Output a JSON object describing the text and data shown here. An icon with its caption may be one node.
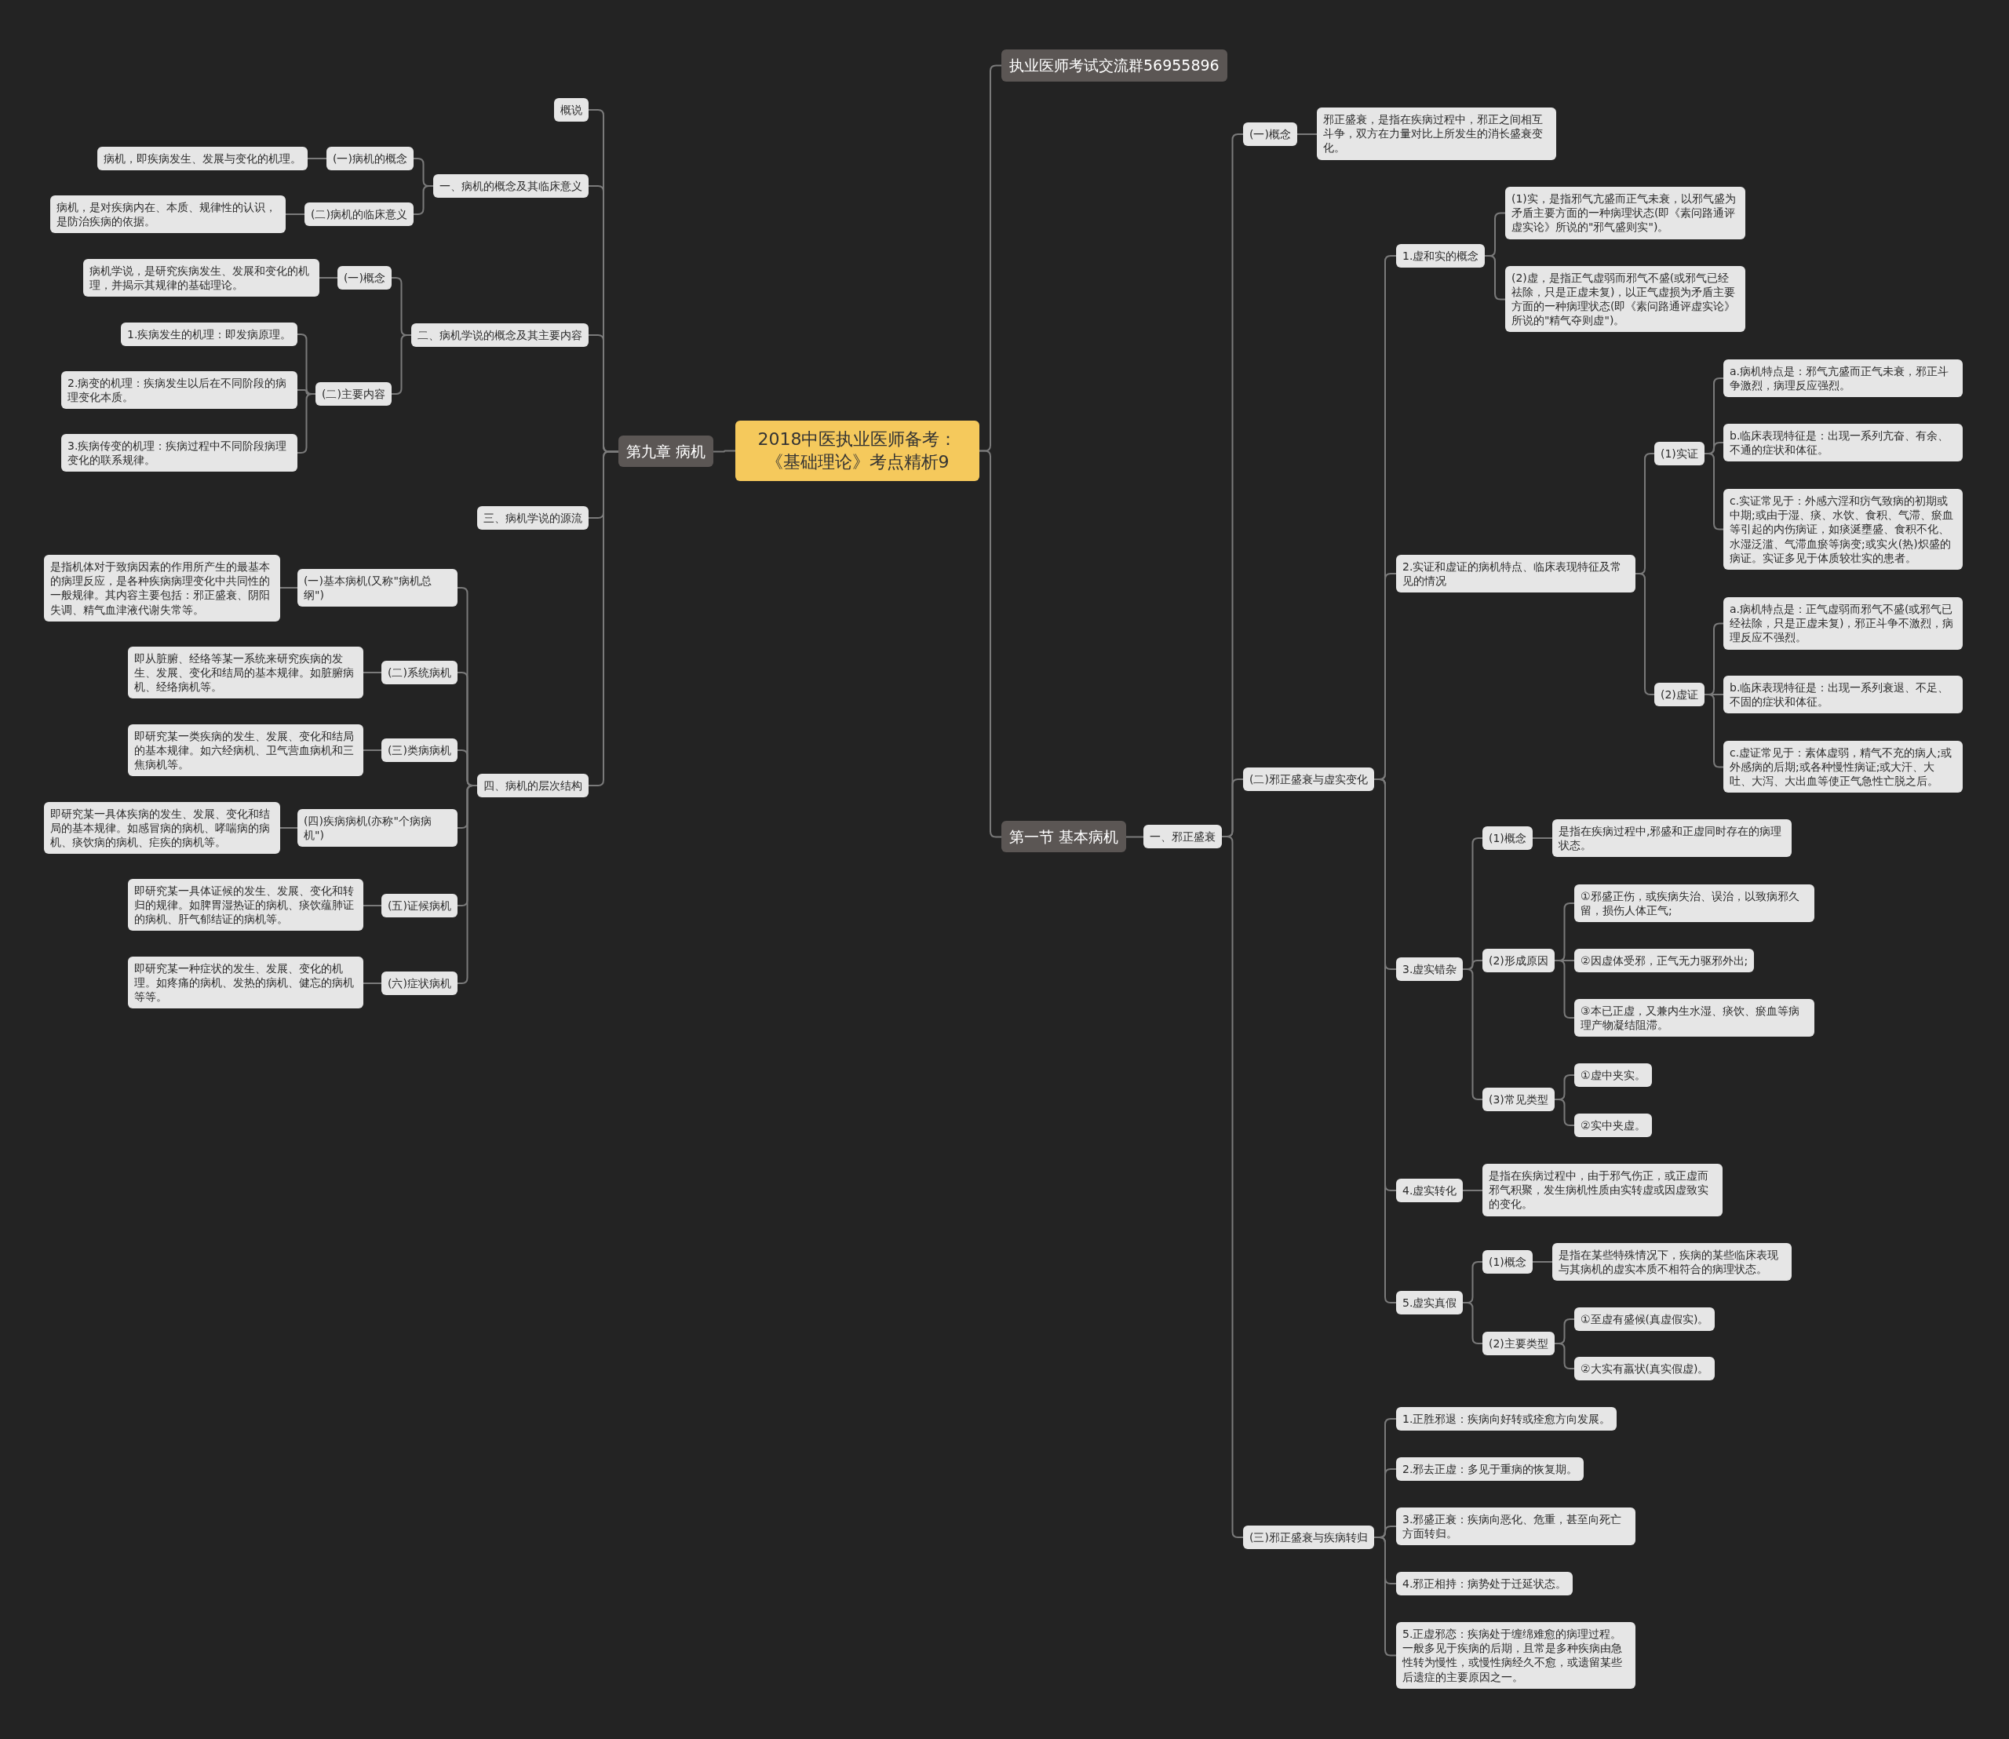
{
  "diagram": {
    "nodes": [
      {
        "text": [
          "2018中医执业医师备考：《基础理论》考点精析9"
        ]
      },
      {
        "text": [
          "第九章 病机"
        ]
      },
      {
        "text": [
          "概说"
        ]
      },
      {
        "text": [
          "一、病机的概念及其临床意义"
        ]
      },
      {
        "text": [
          "(一)病机的概念"
        ]
      },
      {
        "text": [
          "病机，即疾病发生、发展与变化的机理。"
        ]
      },
      {
        "text": [
          "(二)病机的临床意义"
        ]
      },
      {
        "text": [
          "病机，是对疾病内在、本质、规律性的认识，是防治疾病的依据。"
        ]
      },
      {
        "text": [
          "二、病机学说的概念及其主要内容"
        ]
      },
      {
        "text": [
          "(一)概念"
        ]
      },
      {
        "text": [
          "病机学说，是研究疾病发生、发展和变化的机理，并揭示其规律的基础理论。"
        ]
      },
      {
        "text": [
          "(二)主要内容"
        ]
      },
      {
        "text": [
          "1.疾病发生的机理：即发病原理。"
        ]
      },
      {
        "text": [
          "2.病变的机理：疾病发生以后在不同阶段的病理变化本质。"
        ]
      },
      {
        "text": [
          "3.疾病传变的机理：疾病过程中不同阶段病理变化的联系规律。"
        ]
      },
      {
        "text": [
          "三、病机学说的源流"
        ]
      },
      {
        "text": [
          "四、病机的层次结构"
        ]
      },
      {
        "text": [
          "(一)基本病机(又称\"病机总纲\")"
        ]
      },
      {
        "text": [
          "是指机体对于致病因素的作用所产生的最基本的病理反应，是各种疾病病理变化中共同性的一般规律。其内容主要包括：邪正盛衰、阴阳失调、精气血津液代谢失常等。"
        ]
      },
      {
        "text": [
          "(二)系统病机"
        ]
      },
      {
        "text": [
          "即从脏腑、经络等某一系统来研究疾病的发生、发展、变化和结局的基本规律。如脏腑病机、经络病机等。"
        ]
      },
      {
        "text": [
          "(三)类病病机"
        ]
      },
      {
        "text": [
          "即研究某一类疾病的发生、发展、变化和结局的基本规律。如六经病机、卫气营血病机和三焦病机等。"
        ]
      },
      {
        "text": [
          "(四)疾病病机(亦称\"个病病机\")"
        ]
      },
      {
        "text": [
          "即研究某一具体疾病的发生、发展、变化和结局的基本规律。如感冒病的病机、哮喘病的病机、痰饮病的病机、疟疾的病机等。"
        ]
      },
      {
        "text": [
          "(五)证候病机"
        ]
      },
      {
        "text": [
          "即研究某一具体证候的发生、发展、变化和转归的规律。如脾胃湿热证的病机、痰饮蕴肺证的病机、肝气郁结证的病机等。"
        ]
      },
      {
        "text": [
          "(六)症状病机"
        ]
      },
      {
        "text": [
          "即研究某一种症状的发生、发展、变化的机理。如疼痛的病机、发热的病机、健忘的病机等等。"
        ]
      },
      {
        "text": [
          "执业医师考试交流群56955896"
        ]
      },
      {
        "text": [
          "第一节 基本病机"
        ]
      },
      {
        "text": [
          "一、邪正盛衰"
        ]
      },
      {
        "text": [
          "(一)概念"
        ]
      },
      {
        "text": [
          "邪正盛衰，是指在疾病过程中，邪正之间相互斗争，双方在力量对比上所发生的消长盛衰变化。"
        ]
      },
      {
        "text": [
          "(二)邪正盛衰与虚实变化"
        ]
      },
      {
        "text": [
          "1.虚和实的概念"
        ]
      },
      {
        "text": [
          "(1)实，是指邪气亢盛而正气未衰，以邪气盛为矛盾主要方面的一种病理状态(即《素问路通评虚实论》所说的\"邪气盛则实\")。"
        ]
      },
      {
        "text": [
          "(2)虚，是指正气虚弱而邪气不盛(或邪气已经祛除，只是正虚未复)，以正气虚损为矛盾主要方面的一种病理状态(即《素问路通评虚实论》所说的\"精气夺则虚\")。"
        ]
      },
      {
        "text": [
          "2.实证和虚证的病机特点、临床表现特征及常见的情况"
        ]
      },
      {
        "text": [
          "(1)实证"
        ]
      },
      {
        "text": [
          "a.病机特点是：邪气亢盛而正气未衰，邪正斗争激烈，病理反应强烈。"
        ]
      },
      {
        "text": [
          "b.临床表现特征是：出现一系列亢奋、有余、不通的症状和体征。"
        ]
      },
      {
        "text": [
          "c.实证常见于：外感六淫和疠气致病的初期或中期;或由于湿、痰、水饮、食积、气滞、瘀血等引起的内伤病证，如痰涎壅盛、食积不化、水湿泛滥、气滞血瘀等病变;或实火(热)炽盛的病证。实证多见于体质较壮实的患者。"
        ]
      },
      {
        "text": [
          "(2)虚证"
        ]
      },
      {
        "text": [
          "a.病机特点是：正气虚弱而邪气不盛(或邪气已经祛除，只是正虚未复)，邪正斗争不激烈，病理反应不强烈。"
        ]
      },
      {
        "text": [
          "b.临床表现特征是：出现一系列衰退、不足、不固的症状和体征。"
        ]
      },
      {
        "text": [
          "c.虚证常见于：素体虚弱，精气不充的病人;或外感病的后期;或各种慢性病证;或大汗、大吐、大泻、大出血等使正气急性亡脱之后。"
        ]
      },
      {
        "text": [
          "3.虚实错杂"
        ]
      },
      {
        "text": [
          "(1)概念"
        ]
      },
      {
        "text": [
          "是指在疾病过程中,邪盛和正虚同时存在的病理状态。"
        ]
      },
      {
        "text": [
          "(2)形成原因"
        ]
      },
      {
        "text": [
          "①邪盛正伤，或疾病失治、误治，以致病邪久留，损伤人体正气;"
        ]
      },
      {
        "text": [
          "②因虚体受邪，正气无力驱邪外出;"
        ]
      },
      {
        "text": [
          "③本已正虚，又兼内生水湿、痰饮、瘀血等病理产物凝结阻滞。"
        ]
      },
      {
        "text": [
          "(3)常见类型"
        ]
      },
      {
        "text": [
          "①虚中夹实。"
        ]
      },
      {
        "text": [
          "②实中夹虚。"
        ]
      },
      {
        "text": [
          "4.虚实转化"
        ]
      },
      {
        "text": [
          "是指在疾病过程中，由于邪气伤正，或正虚而邪气积聚，发生病机性质由实转虚或因虚致实的变化。"
        ]
      },
      {
        "text": [
          "5.虚实真假"
        ]
      },
      {
        "text": [
          "(1)概念"
        ]
      },
      {
        "text": [
          "是指在某些特殊情况下，疾病的某些临床表现与其病机的虚实本质不相符合的病理状态。"
        ]
      },
      {
        "text": [
          "(2)主要类型"
        ]
      },
      {
        "text": [
          "①至虚有盛候(真虚假实)。"
        ]
      },
      {
        "text": [
          "②大实有羸状(真实假虚)。"
        ]
      },
      {
        "text": [
          "(三)邪正盛衰与疾病转归"
        ]
      },
      {
        "text": [
          "1.正胜邪退：疾病向好转或痊愈方向发展。"
        ]
      },
      {
        "text": [
          "2.邪去正虚：多见于重病的恢复期。"
        ]
      },
      {
        "text": [
          "3.邪盛正衰：疾病向恶化、危重，甚至向死亡方面转归。"
        ]
      },
      {
        "text": [
          "4.邪正相持：病势处于迁延状态。"
        ]
      },
      {
        "text": [
          "5.正虚邪恋：疾病处于缠绵难愈的病理过程。一般多见于疾病的后期，且常是多种疾病由急性转为慢性，或慢性病经久不愈，或遗留某些后遗症的主要原因之一。"
        ]
      }
    ],
    "edges": [
      {
        "from": 0,
        "to": 1,
        "arrow": "none"
      },
      {
        "from": 1,
        "to": 2,
        "arrow": "none"
      },
      {
        "from": 1,
        "to": 3,
        "arrow": "none"
      },
      {
        "from": 3,
        "to": 4,
        "arrow": "none"
      },
      {
        "from": 4,
        "to": 5,
        "arrow": "none"
      },
      {
        "from": 3,
        "to": 6,
        "arrow": "none"
      },
      {
        "from": 6,
        "to": 7,
        "arrow": "none"
      },
      {
        "from": 1,
        "to": 8,
        "arrow": "none"
      },
      {
        "from": 8,
        "to": 9,
        "arrow": "none"
      },
      {
        "from": 9,
        "to": 10,
        "arrow": "none"
      },
      {
        "from": 8,
        "to": 11,
        "arrow": "none"
      },
      {
        "from": 11,
        "to": 12,
        "arrow": "none"
      },
      {
        "from": 11,
        "to": 13,
        "arrow": "none"
      },
      {
        "from": 11,
        "to": 14,
        "arrow": "none"
      },
      {
        "from": 1,
        "to": 15,
        "arrow": "none"
      },
      {
        "from": 1,
        "to": 16,
        "arrow": "none"
      },
      {
        "from": 16,
        "to": 17,
        "arrow": "none"
      },
      {
        "from": 17,
        "to": 18,
        "arrow": "none"
      },
      {
        "from": 16,
        "to": 19,
        "arrow": "none"
      },
      {
        "from": 19,
        "to": 20,
        "arrow": "none"
      },
      {
        "from": 16,
        "to": 21,
        "arrow": "none"
      },
      {
        "from": 21,
        "to": 22,
        "arrow": "none"
      },
      {
        "from": 16,
        "to": 23,
        "arrow": "none"
      },
      {
        "from": 23,
        "to": 24,
        "arrow": "none"
      },
      {
        "from": 16,
        "to": 25,
        "arrow": "none"
      },
      {
        "from": 25,
        "to": 26,
        "arrow": "none"
      },
      {
        "from": 16,
        "to": 27,
        "arrow": "none"
      },
      {
        "from": 27,
        "to": 28,
        "arrow": "none"
      },
      {
        "from": 0,
        "to": 29,
        "arrow": "none"
      },
      {
        "from": 0,
        "to": 30,
        "arrow": "none"
      },
      {
        "from": 30,
        "to": 31,
        "arrow": "none"
      },
      {
        "from": 31,
        "to": 32,
        "arrow": "none"
      },
      {
        "from": 32,
        "to": 33,
        "arrow": "none"
      },
      {
        "from": 31,
        "to": 34,
        "arrow": "none"
      },
      {
        "from": 34,
        "to": 35,
        "arrow": "none"
      },
      {
        "from": 35,
        "to": 36,
        "arrow": "none"
      },
      {
        "from": 35,
        "to": 37,
        "arrow": "none"
      },
      {
        "from": 34,
        "to": 38,
        "arrow": "none"
      },
      {
        "from": 38,
        "to": 39,
        "arrow": "none"
      },
      {
        "from": 39,
        "to": 40,
        "arrow": "none"
      },
      {
        "from": 39,
        "to": 41,
        "arrow": "none"
      },
      {
        "from": 39,
        "to": 42,
        "arrow": "none"
      },
      {
        "from": 38,
        "to": 43,
        "arrow": "none"
      },
      {
        "from": 43,
        "to": 44,
        "arrow": "none"
      },
      {
        "from": 43,
        "to": 45,
        "arrow": "none"
      },
      {
        "from": 43,
        "to": 46,
        "arrow": "none"
      },
      {
        "from": 34,
        "to": 47,
        "arrow": "none"
      },
      {
        "from": 47,
        "to": 48,
        "arrow": "none"
      },
      {
        "from": 48,
        "to": 49,
        "arrow": "none"
      },
      {
        "from": 47,
        "to": 50,
        "arrow": "none"
      },
      {
        "from": 50,
        "to": 51,
        "arrow": "none"
      },
      {
        "from": 50,
        "to": 52,
        "arrow": "none"
      },
      {
        "from": 50,
        "to": 53,
        "arrow": "none"
      },
      {
        "from": 47,
        "to": 54,
        "arrow": "none"
      },
      {
        "from": 54,
        "to": 55,
        "arrow": "none"
      },
      {
        "from": 54,
        "to": 56,
        "arrow": "none"
      },
      {
        "from": 34,
        "to": 57,
        "arrow": "none"
      },
      {
        "from": 57,
        "to": 58,
        "arrow": "none"
      },
      {
        "from": 34,
        "to": 59,
        "arrow": "none"
      },
      {
        "from": 59,
        "to": 60,
        "arrow": "none"
      },
      {
        "from": 60,
        "to": 61,
        "arrow": "none"
      },
      {
        "from": 59,
        "to": 62,
        "arrow": "none"
      },
      {
        "from": 62,
        "to": 63,
        "arrow": "none"
      },
      {
        "from": 62,
        "to": 64,
        "arrow": "none"
      },
      {
        "from": 31,
        "to": 65,
        "arrow": "none"
      },
      {
        "from": 65,
        "to": 66,
        "arrow": "none"
      },
      {
        "from": 65,
        "to": 67,
        "arrow": "none"
      },
      {
        "from": 65,
        "to": 68,
        "arrow": "none"
      },
      {
        "from": 65,
        "to": 69,
        "arrow": "none"
      },
      {
        "from": 65,
        "to": 70,
        "arrow": "none"
      }
    ]
  }
}
